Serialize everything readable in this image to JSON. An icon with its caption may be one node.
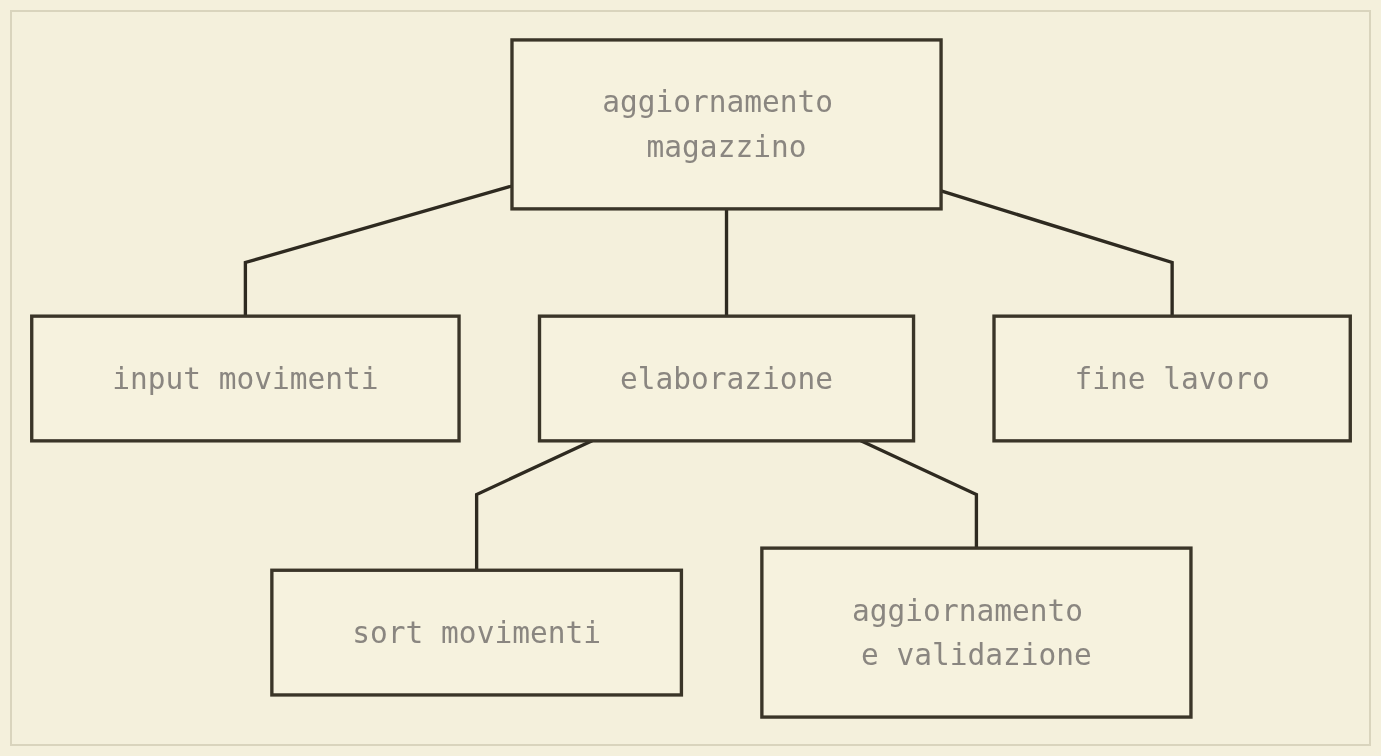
{
  "diagram": {
    "nodes": [
      {
        "text": [
          "aggiornamento magazzino"
        ]
      },
      {
        "text": [
          "input movimenti"
        ]
      },
      {
        "text": [
          "elaborazione"
        ]
      },
      {
        "text": [
          "fine lavoro"
        ]
      },
      {
        "text": [
          "sort movimenti"
        ]
      },
      {
        "text": [
          "aggiornamento e validazione"
        ]
      }
    ],
    "edges": [
      {
        "from": 0,
        "to": 1,
        "arrow": "none"
      },
      {
        "from": 0,
        "to": 2,
        "arrow": "none"
      },
      {
        "from": 0,
        "to": 3,
        "arrow": "none"
      },
      {
        "from": 2,
        "to": 4,
        "arrow": "none"
      },
      {
        "from": 2,
        "to": 5,
        "arrow": "none"
      }
    ]
  }
}
